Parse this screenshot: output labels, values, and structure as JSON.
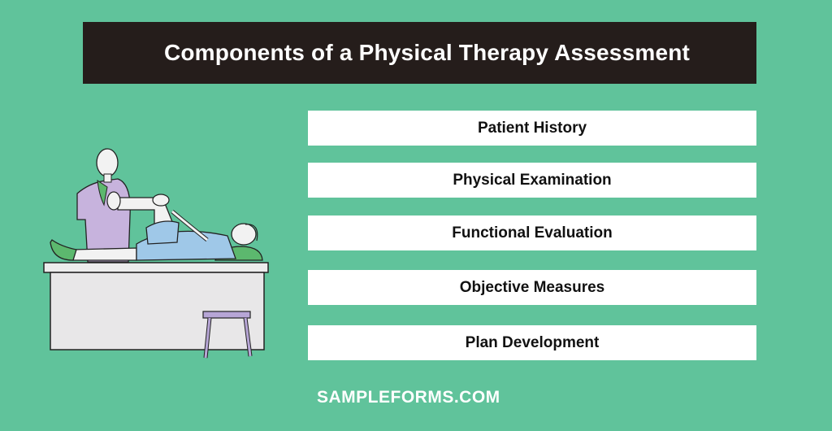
{
  "title": "Components of a Physical Therapy Assessment",
  "components": [
    {
      "label": "Patient History"
    },
    {
      "label": "Physical Examination"
    },
    {
      "label": "Functional Evaluation"
    },
    {
      "label": "Objective Measures"
    },
    {
      "label": "Plan Development"
    }
  ],
  "illustration": {
    "description": "therapist-stretching-patient-leg-on-table-icon"
  },
  "footer": {
    "brand": "SAMPLEFORMS.COM"
  },
  "colors": {
    "background": "#60c39b",
    "title_bar": "#251d1b",
    "item_bg": "#ffffff",
    "text_dark": "#111111"
  }
}
